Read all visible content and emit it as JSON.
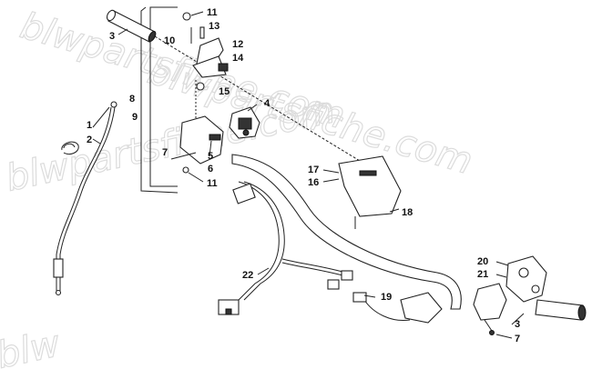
{
  "watermark": {
    "line1": "blwpartsfiche.com",
    "line2": "blwpartsfiche.com",
    "line3": "blwpartsfiche.com",
    "line4": "blw"
  },
  "callouts": [
    {
      "id": "c1",
      "text": "1"
    },
    {
      "id": "c2",
      "text": "2"
    },
    {
      "id": "c3a",
      "text": "3"
    },
    {
      "id": "c3b",
      "text": "3"
    },
    {
      "id": "c4",
      "text": "4"
    },
    {
      "id": "c5",
      "text": "5"
    },
    {
      "id": "c6",
      "text": "6"
    },
    {
      "id": "c7a",
      "text": "7"
    },
    {
      "id": "c7b",
      "text": "7"
    },
    {
      "id": "c8",
      "text": "8"
    },
    {
      "id": "c9",
      "text": "9"
    },
    {
      "id": "c10",
      "text": "10"
    },
    {
      "id": "c11a",
      "text": "11"
    },
    {
      "id": "c11b",
      "text": "11"
    },
    {
      "id": "c12",
      "text": "12"
    },
    {
      "id": "c13",
      "text": "13"
    },
    {
      "id": "c14",
      "text": "14"
    },
    {
      "id": "c15",
      "text": "15"
    },
    {
      "id": "c16",
      "text": "16"
    },
    {
      "id": "c17",
      "text": "17"
    },
    {
      "id": "c18",
      "text": "18"
    },
    {
      "id": "c19",
      "text": "19"
    },
    {
      "id": "c20",
      "text": "20"
    },
    {
      "id": "c21",
      "text": "21"
    },
    {
      "id": "c22",
      "text": "22"
    }
  ]
}
